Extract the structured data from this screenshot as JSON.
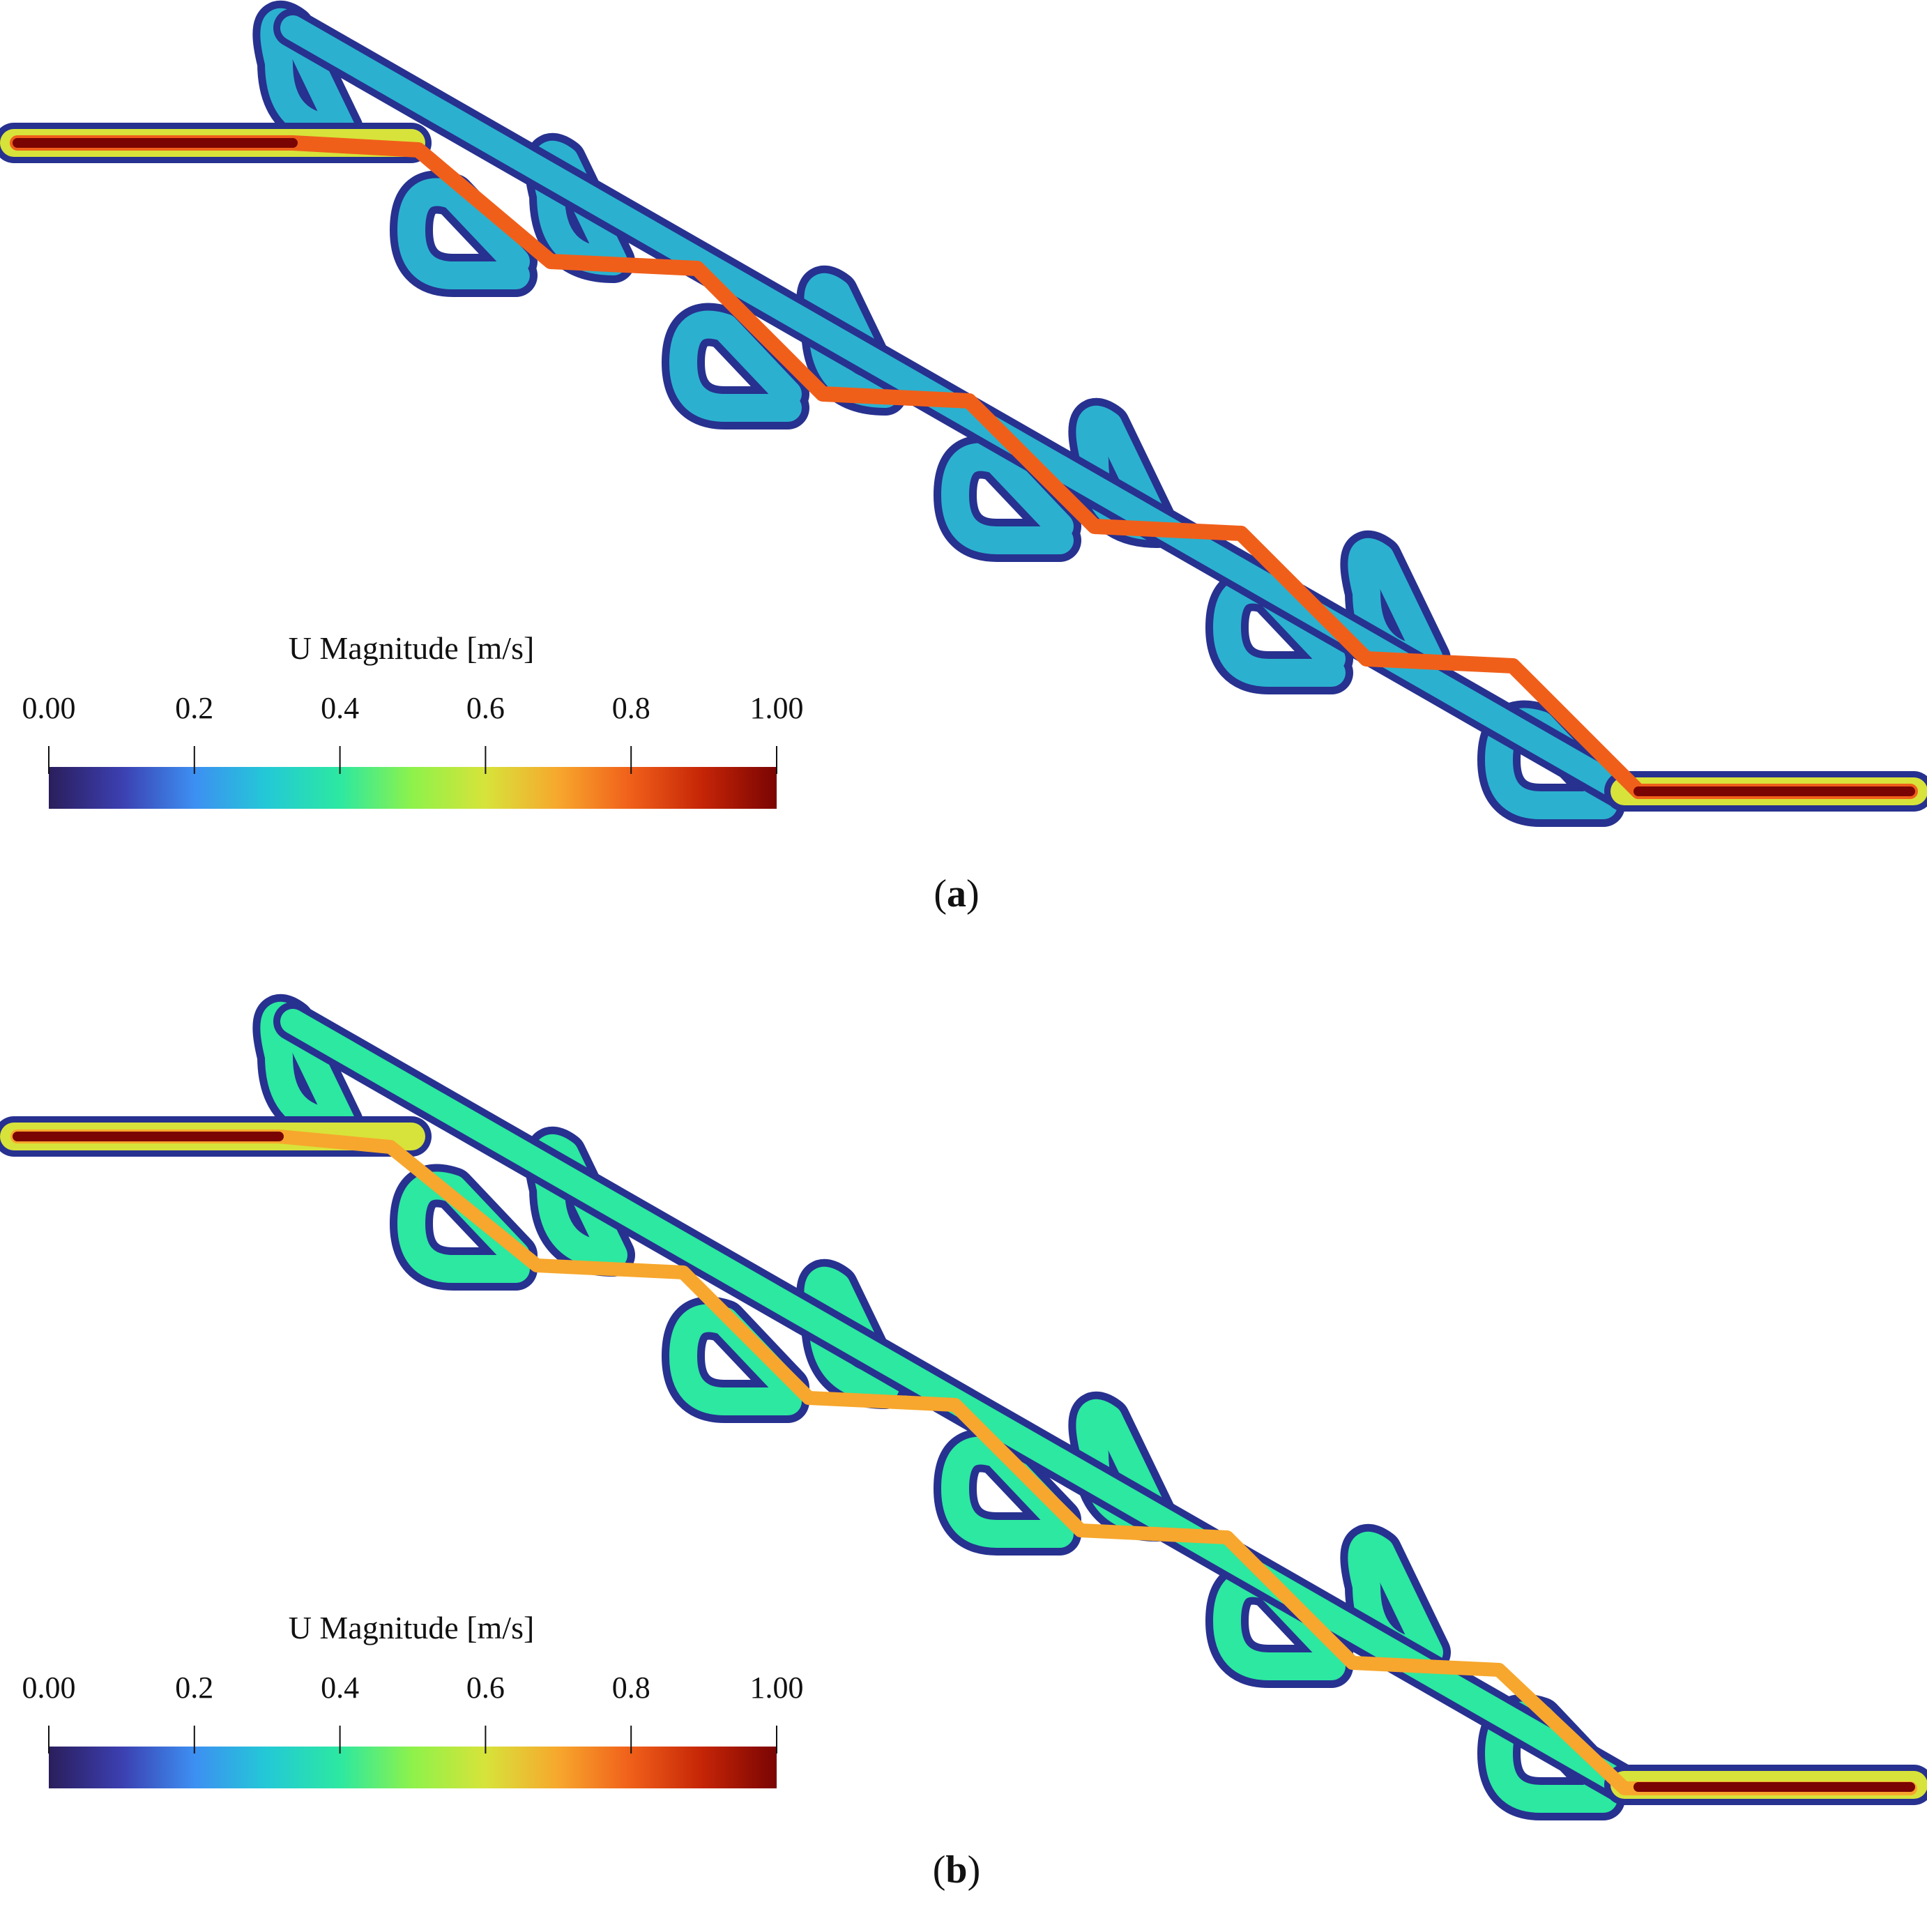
{
  "panels": [
    {
      "id": "a",
      "caption_open": "(",
      "caption_letter": "a",
      "caption_close": ")",
      "colorbar": {
        "title": "U Magnitude [m/s]",
        "ticks": [
          "0.00",
          "0.2",
          "0.4",
          "0.6",
          "0.8",
          "1.00"
        ],
        "range": [
          0,
          1
        ]
      },
      "colormap": [
        "#2a1e5c",
        "#3c3fb0",
        "#3d8ff2",
        "#23c9d6",
        "#2ce8a1",
        "#8ef24a",
        "#d7e33a",
        "#f7a72d",
        "#f05f1a",
        "#c42406",
        "#7a0403"
      ]
    },
    {
      "id": "b",
      "caption_open": "(",
      "caption_letter": "b",
      "caption_close": ")",
      "colorbar": {
        "title": "U Magnitude [m/s]",
        "ticks": [
          "0.00",
          "0.2",
          "0.4",
          "0.6",
          "0.8",
          "1.00"
        ],
        "range": [
          0,
          1
        ]
      },
      "colormap": [
        "#2a1e5c",
        "#3c3fb0",
        "#3d8ff2",
        "#23c9d6",
        "#2ce8a1",
        "#8ef24a",
        "#d7e33a",
        "#f7a72d",
        "#f05f1a",
        "#c42406",
        "#7a0403"
      ]
    }
  ]
}
